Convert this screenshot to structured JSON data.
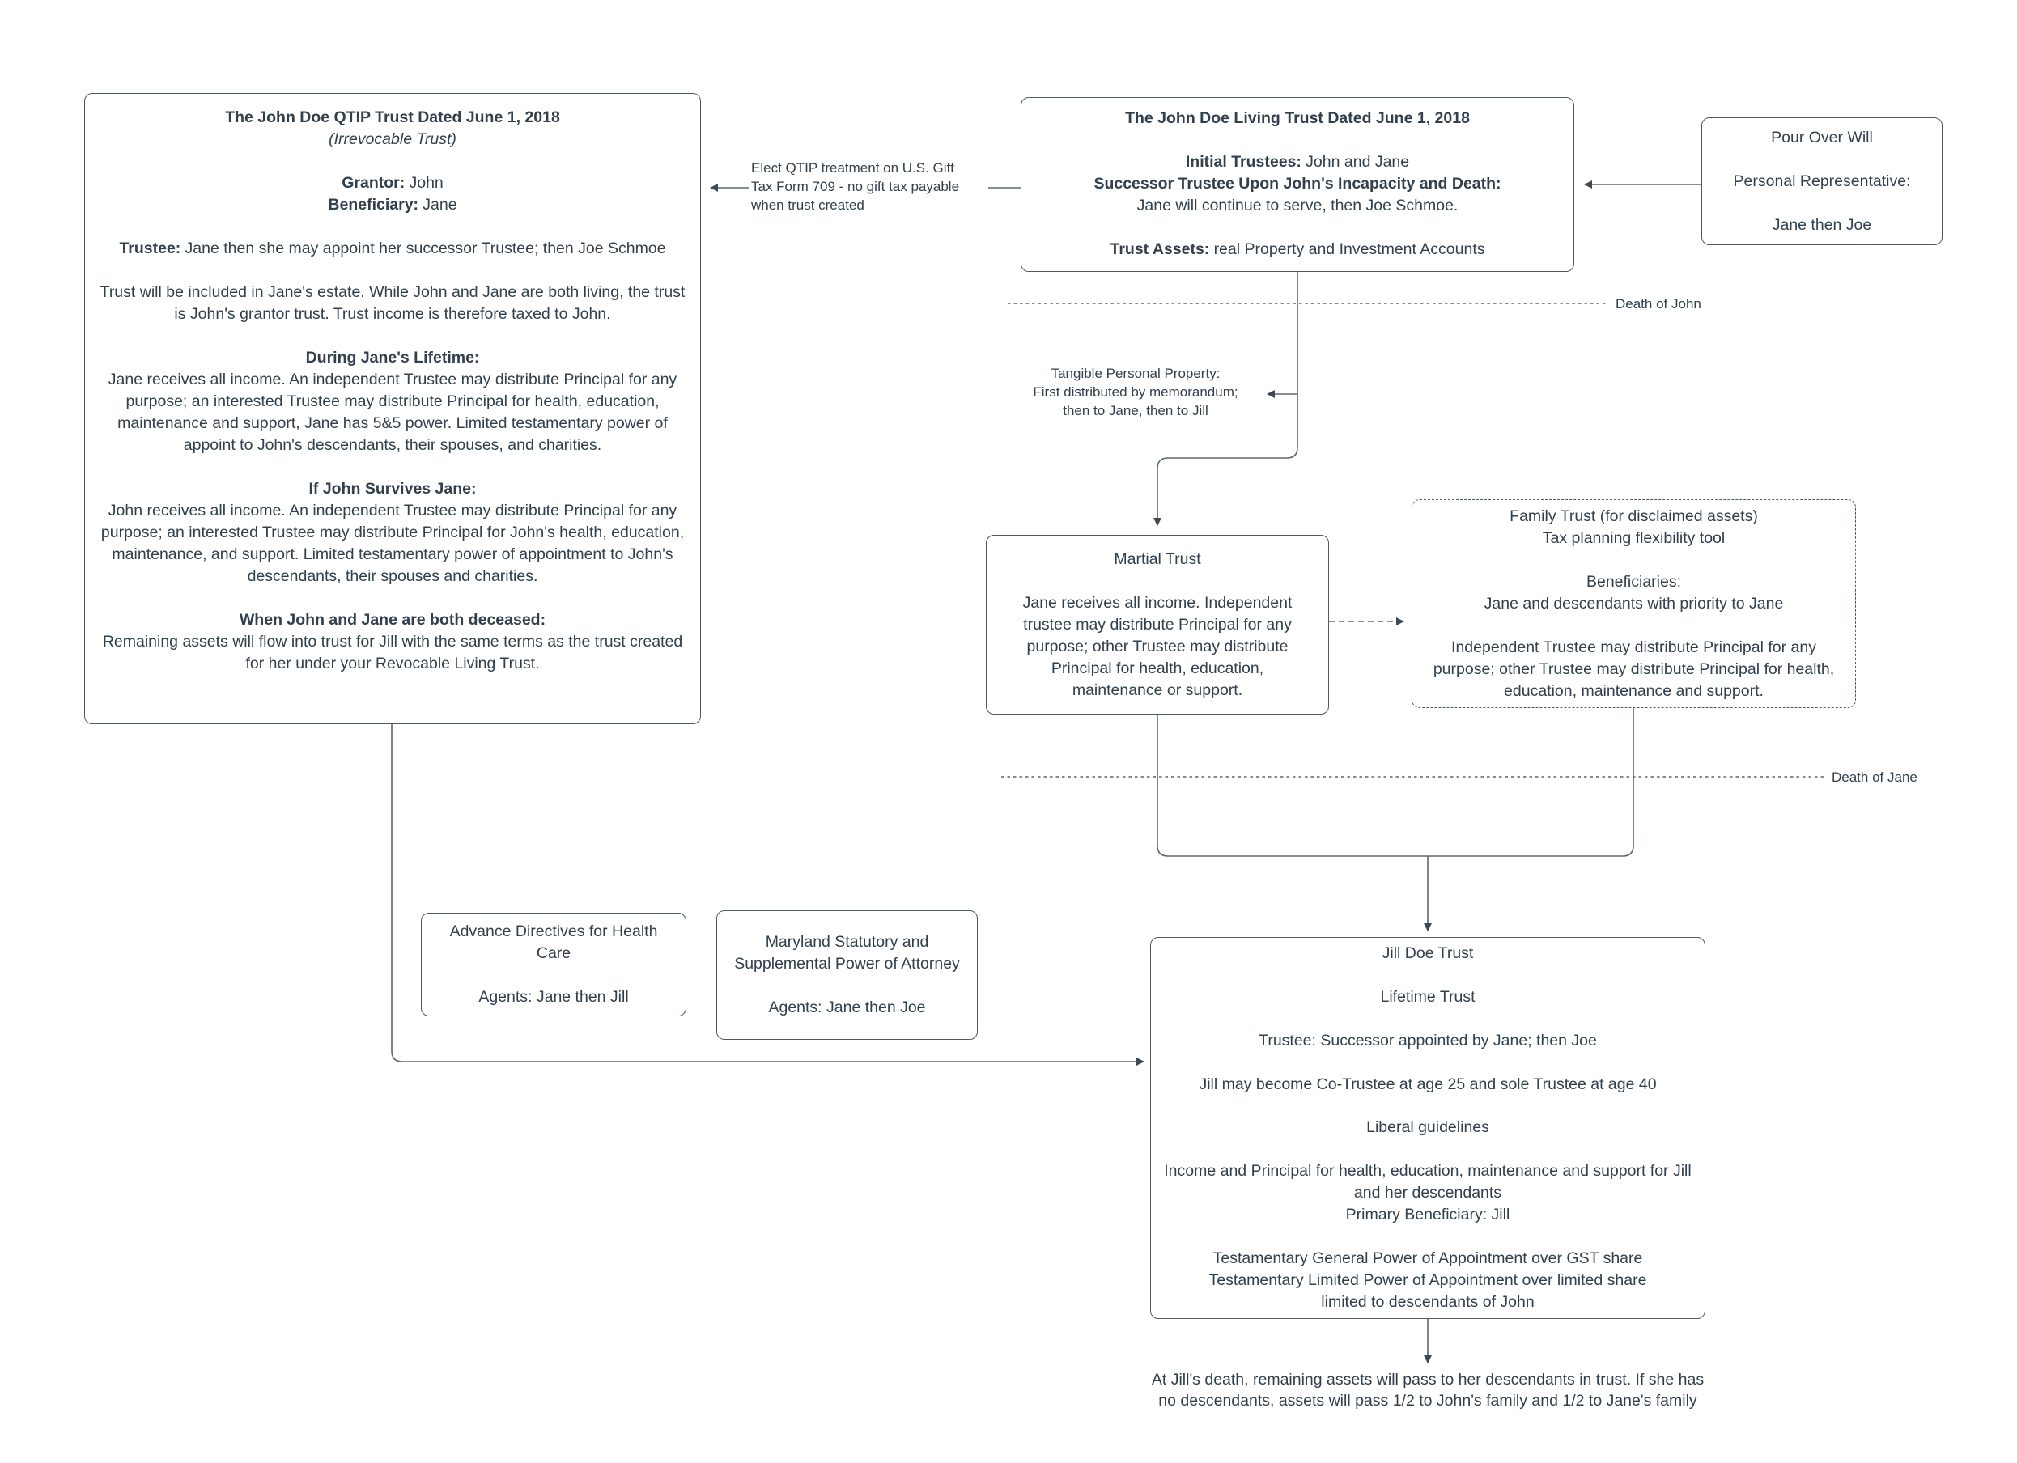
{
  "qtip_trust": {
    "title": "The John Doe QTIP Trust Dated June 1, 2018",
    "subtitle": "(Irrevocable Trust)",
    "grantor_label": "Grantor:",
    "grantor": "John",
    "beneficiary_label": "Beneficiary:",
    "beneficiary": "Jane",
    "trustee_label": "Trustee:",
    "trustee": "Jane then she may appoint her successor Trustee; then Joe Schmoe",
    "estate_note": "Trust will be included in Jane's estate. While John and Jane are both living, the trust is John's grantor trust. Trust income is therefore taxed to John.",
    "during_heading": "During Jane's Lifetime:",
    "during_text": "Jane receives all income. An independent Trustee may distribute Principal for any purpose; an interested Trustee may distribute Principal for health, education, maintenance and support, Jane has 5&5 power. Limited testamentary power of appoint to John's descendants, their spouses, and charities.",
    "survives_heading": "If John Survives Jane:",
    "survives_text": "John receives all income. An independent Trustee may distribute Principal for any purpose; an interested Trustee may distribute Principal for John's health, education, maintenance, and support. Limited testamentary power of appointment to John's descendants, their spouses and charities.",
    "deceased_heading": "When John and Jane are both deceased:",
    "deceased_text": "Remaining assets will flow into trust for Jill with the same terms as the trust created for her under your Revocable Living Trust."
  },
  "living_trust": {
    "title": "The John Doe Living Trust Dated June 1, 2018",
    "initial_trustees_label": "Initial Trustees:",
    "initial_trustees": "John and Jane",
    "successor_heading": "Successor Trustee Upon John's Incapacity and Death:",
    "successor_text": "Jane will continue to serve, then Joe Schmoe.",
    "assets_label": "Trust Assets:",
    "assets": "real Property and Investment Accounts"
  },
  "pour_over_will": {
    "title": "Pour Over Will",
    "rep_label": "Personal Representative:",
    "rep": "Jane then Joe"
  },
  "qtip_arrow_label": {
    "line1": "Elect QTIP treatment on U.S. Gift",
    "line2": "Tax Form 709 - no gift tax payable",
    "line3": "when trust created"
  },
  "death_of_john_label": "Death of John",
  "death_of_jane_label": "Death of Jane",
  "tangible_note": {
    "line1": "Tangible Personal Property:",
    "line2": "First distributed by memorandum;",
    "line3": "then to Jane, then to Jill"
  },
  "marital_trust": {
    "title": "Martial Trust",
    "body": "Jane receives all income. Independent trustee may distribute Principal for any purpose; other Trustee may distribute Principal for health, education, maintenance or support."
  },
  "family_trust": {
    "title": "Family Trust (for disclaimed assets)",
    "subtitle": "Tax planning flexibility tool",
    "beneficiaries_heading": "Beneficiaries:",
    "beneficiaries": "Jane and descendants with priority to Jane",
    "body": "Independent Trustee may distribute Principal for any purpose; other Trustee may distribute Principal for health, education, maintenance and support."
  },
  "advance_directives": {
    "title": "Advance Directives for Health Care",
    "agents": "Agents: Jane then Jill"
  },
  "power_of_attorney": {
    "title": "Maryland Statutory and Supplemental Power of Attorney",
    "agents": "Agents: Jane then Joe"
  },
  "jill_trust": {
    "title": "Jill Doe Trust",
    "type": "Lifetime Trust",
    "trustee": "Trustee: Successor appointed by Jane; then Joe",
    "cotrustee": "Jill may become Co-Trustee at age 25 and sole Trustee at age 40",
    "guidelines": "Liberal guidelines",
    "hems": "Income and Principal for health, education, maintenance and support for Jill and her descendants",
    "primary_beneficiary": "Primary Beneficiary: Jill",
    "power1": "Testamentary General Power of Appointment over GST share",
    "power2": "Testamentary Limited Power of Appointment over limited share",
    "power3": "limited to descendants of John"
  },
  "footnote": {
    "line1": "At Jill's death, remaining assets will pass to her descendants in trust. If she has",
    "line2": "no descendants, assets will pass 1/2 to John's family and 1/2 to Jane's family"
  }
}
